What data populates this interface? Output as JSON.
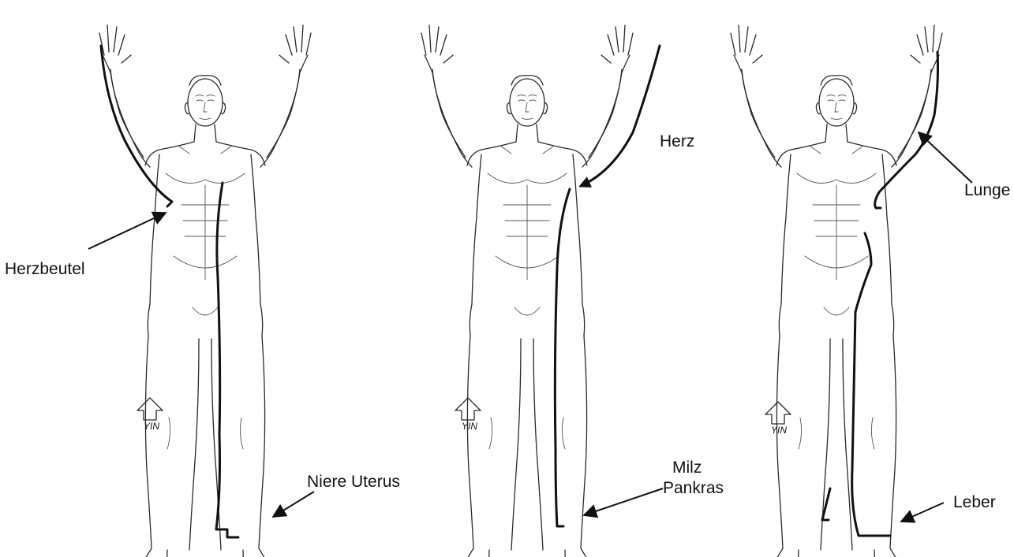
{
  "figures": [
    {
      "id": "left",
      "labels": [
        "Herzbeutel",
        "Niere Uterus"
      ],
      "yin": "YIN"
    },
    {
      "id": "middle",
      "labels": [
        "Herz",
        "Milz",
        "Pankras"
      ],
      "yin": "YIN"
    },
    {
      "id": "right",
      "labels": [
        "Lunge",
        "Leber"
      ],
      "yin": "YIN"
    }
  ],
  "labels": {
    "herzbeutel": "Herzbeutel",
    "niere_uterus": "Niere Uterus",
    "herz": "Herz",
    "milz": "Milz",
    "pankras": "Pankras",
    "lunge": "Lunge",
    "leber": "Leber",
    "yin": "YIN"
  },
  "colors": {
    "meridian": "#111111",
    "outline": "#2a2a2a",
    "background": "#ffffff"
  },
  "icons": [
    "up-arrow-outline-icon"
  ]
}
